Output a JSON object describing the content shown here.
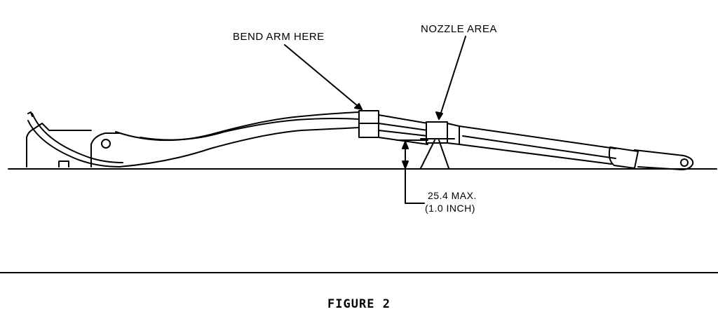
{
  "labels": {
    "bend_arm": "BEND ARM HERE",
    "nozzle_area": "NOZZLE AREA",
    "dimension_line1": "25.4 MAX.",
    "dimension_line2": "(1.0 INCH)"
  },
  "caption": "FIGURE 2"
}
